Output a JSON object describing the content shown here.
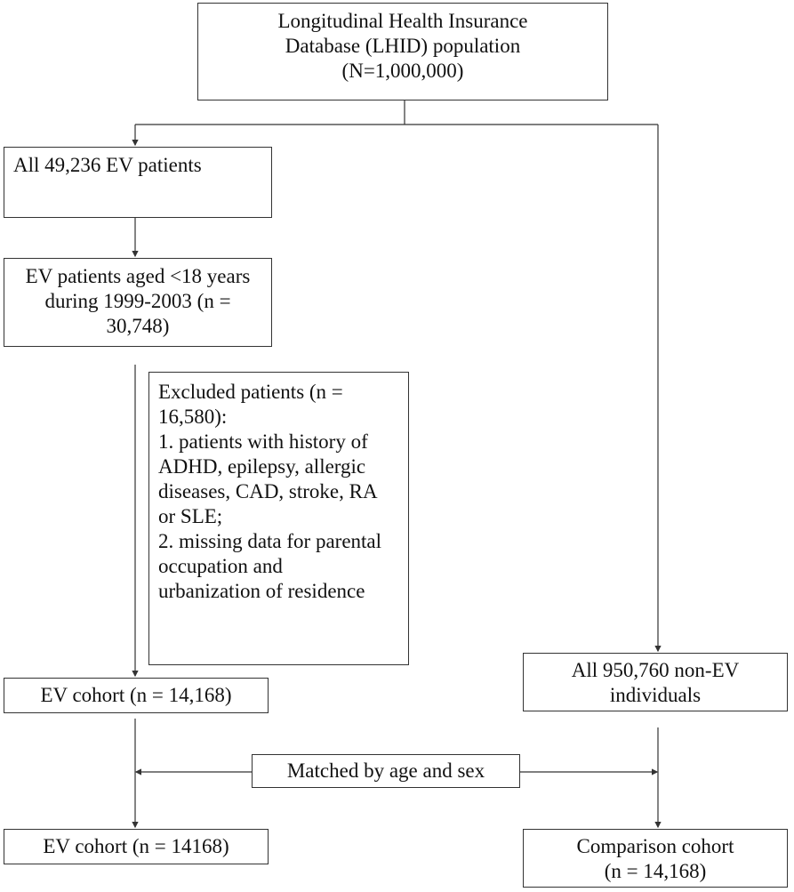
{
  "diagram": {
    "nodes": {
      "lhid": {
        "text": "Longitudinal Health Insurance\nDatabase (LHID) population\n(N=1,000,000)"
      },
      "all_ev": {
        "text": "All 49,236 EV patients"
      },
      "aged": {
        "text": "EV patients aged <18 years\nduring 1999-2003 (n =\n30,748)"
      },
      "excluded": {
        "text": "Excluded patients (n =\n16,580):\n1. patients with history of\nADHD, epilepsy, allergic\ndiseases, CAD, stroke, RA\nor SLE;\n2. missing data for parental\noccupation and\nurbanization of residence"
      },
      "ev_cohort_1": {
        "text": "EV cohort (n = 14,168)"
      },
      "non_ev": {
        "text": "All 950,760 non-EV\nindividuals"
      },
      "matched": {
        "text": "Matched by age and sex"
      },
      "ev_cohort_2": {
        "text": "EV cohort (n = 14168)"
      },
      "comparison": {
        "text": "Comparison cohort\n(n = 14,168)"
      }
    },
    "edges": [
      [
        "lhid",
        "all_ev"
      ],
      [
        "lhid",
        "non_ev"
      ],
      [
        "all_ev",
        "aged"
      ],
      [
        "aged",
        "ev_cohort_1"
      ],
      [
        "ev_cohort_1",
        "ev_cohort_2"
      ],
      [
        "non_ev",
        "comparison"
      ],
      [
        "matched",
        "ev_cohort_1-ev_cohort_2-line"
      ],
      [
        "matched",
        "non_ev-comparison-line"
      ]
    ]
  }
}
